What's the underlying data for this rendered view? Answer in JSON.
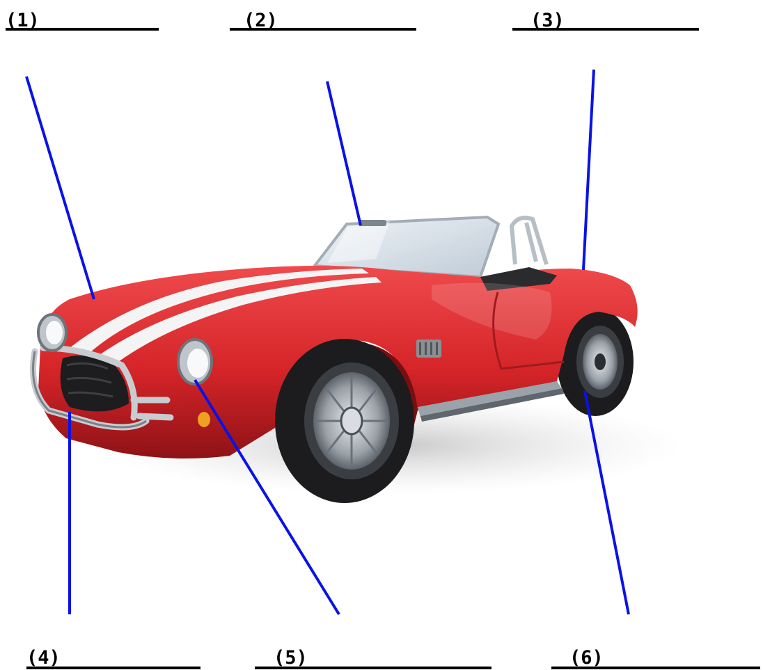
{
  "worksheet": {
    "labels": [
      {
        "id": "1",
        "text": "(1)"
      },
      {
        "id": "2",
        "text": "(2)"
      },
      {
        "id": "3",
        "text": "(3)"
      },
      {
        "id": "4",
        "text": "(4)"
      },
      {
        "id": "5",
        "text": "(5)"
      },
      {
        "id": "6",
        "text": "(6)"
      }
    ]
  },
  "colors": {
    "pointer_line": "#0a12e6",
    "car_body": "#d42428",
    "car_body_dark": "#8e1216",
    "stripe": "#f4f4f4",
    "chrome": "#c8ccd0",
    "tire": "#1c1c1e",
    "glass": "#cfd8e2"
  }
}
